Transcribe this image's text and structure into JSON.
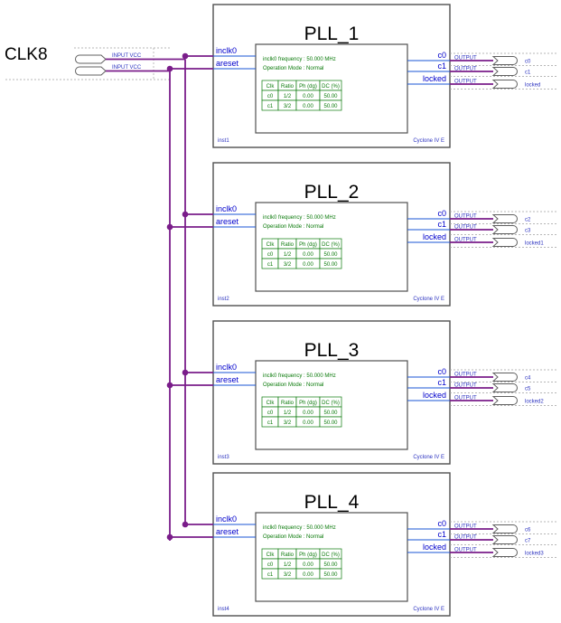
{
  "clock_label": "CLK8",
  "input_pins": [
    {
      "label": "INPUT VCC"
    },
    {
      "label": "INPUT VCC"
    }
  ],
  "blocks": [
    {
      "title": "PLL_1",
      "instance": "inst1",
      "device": "Cyclone IV E",
      "inputs": [
        "inclk0",
        "areset"
      ],
      "outputs": [
        "c0",
        "c1",
        "locked"
      ],
      "output_pins": [
        "c0",
        "c1",
        "locked"
      ],
      "info_line1": "inclk0 frequency : 50.000 MHz",
      "info_line2": "Operation Mode : Normal",
      "table": {
        "header": [
          "Clk",
          "Ratio",
          "Ph (dg)",
          "DC (%)"
        ],
        "rows": [
          [
            "c0",
            "1/2",
            "0.00",
            "50.00"
          ],
          [
            "c1",
            "3/2",
            "0.00",
            "50.00"
          ]
        ]
      }
    },
    {
      "title": "PLL_2",
      "instance": "inst2",
      "device": "Cyclone IV E",
      "inputs": [
        "inclk0",
        "areset"
      ],
      "outputs": [
        "c0",
        "c1",
        "locked"
      ],
      "output_pins": [
        "c2",
        "c3",
        "locked1"
      ],
      "info_line1": "inclk0 frequency : 50.000 MHz",
      "info_line2": "Operation Mode : Normal",
      "table": {
        "header": [
          "Clk",
          "Ratio",
          "Ph (dg)",
          "DC (%)"
        ],
        "rows": [
          [
            "c0",
            "1/2",
            "0.00",
            "50.00"
          ],
          [
            "c1",
            "3/2",
            "0.00",
            "50.00"
          ]
        ]
      }
    },
    {
      "title": "PLL_3",
      "instance": "inst3",
      "device": "Cyclone IV E",
      "inputs": [
        "inclk0",
        "areset"
      ],
      "outputs": [
        "c0",
        "c1",
        "locked"
      ],
      "output_pins": [
        "c4",
        "c5",
        "locked2"
      ],
      "info_line1": "inclk0 frequency : 50.000 MHz",
      "info_line2": "Operation Mode : Normal",
      "table": {
        "header": [
          "Clk",
          "Ratio",
          "Ph (dg)",
          "DC (%)"
        ],
        "rows": [
          [
            "c0",
            "1/2",
            "0.00",
            "50.00"
          ],
          [
            "c1",
            "3/2",
            "0.00",
            "50.00"
          ]
        ]
      }
    },
    {
      "title": "PLL_4",
      "instance": "inst4",
      "device": "Cyclone IV E",
      "inputs": [
        "inclk0",
        "areset"
      ],
      "outputs": [
        "c0",
        "c1",
        "locked"
      ],
      "output_pins": [
        "c6",
        "c7",
        "locked3"
      ],
      "info_line1": "inclk0 frequency : 50.000 MHz",
      "info_line2": "Operation Mode : Normal",
      "table": {
        "header": [
          "Clk",
          "Ratio",
          "Ph (dg)",
          "DC (%)"
        ],
        "rows": [
          [
            "c0",
            "1/2",
            "0.00",
            "50.00"
          ],
          [
            "c1",
            "3/2",
            "0.00",
            "50.00"
          ]
        ]
      }
    }
  ],
  "output_pin_type": "OUTPUT",
  "colors": {
    "wire": "#7a1d8a",
    "port_text": "#0000cc",
    "info_text": "#0a7a0a",
    "frame": "#505050"
  }
}
